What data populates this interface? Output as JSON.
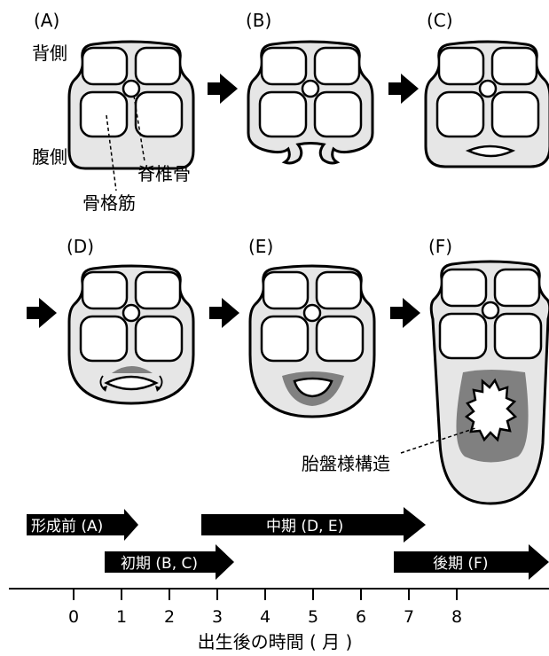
{
  "panels": {
    "a": "(A)",
    "b": "(B)",
    "c": "(C)",
    "d": "(D)",
    "e": "(E)",
    "f": "(F)"
  },
  "anatomy": {
    "dorsal": "背側",
    "ventral": "腹側",
    "vertebra": "脊椎骨",
    "skeletal_muscle": "骨格筋",
    "placenta_like": "胎盤様構造"
  },
  "stages": {
    "pre": "形成前 (A)",
    "early": "初期 (B, C)",
    "mid": "中期 (D, E)",
    "late": "後期 (F)"
  },
  "axis": {
    "ticks": [
      "0",
      "1",
      "2",
      "3",
      "4",
      "5",
      "6",
      "7",
      "8"
    ],
    "label": "出生後の時間 ( 月 )"
  },
  "colors": {
    "body_fill": "#e6e6e6",
    "dark_tissue": "#808080",
    "line": "#000000"
  }
}
